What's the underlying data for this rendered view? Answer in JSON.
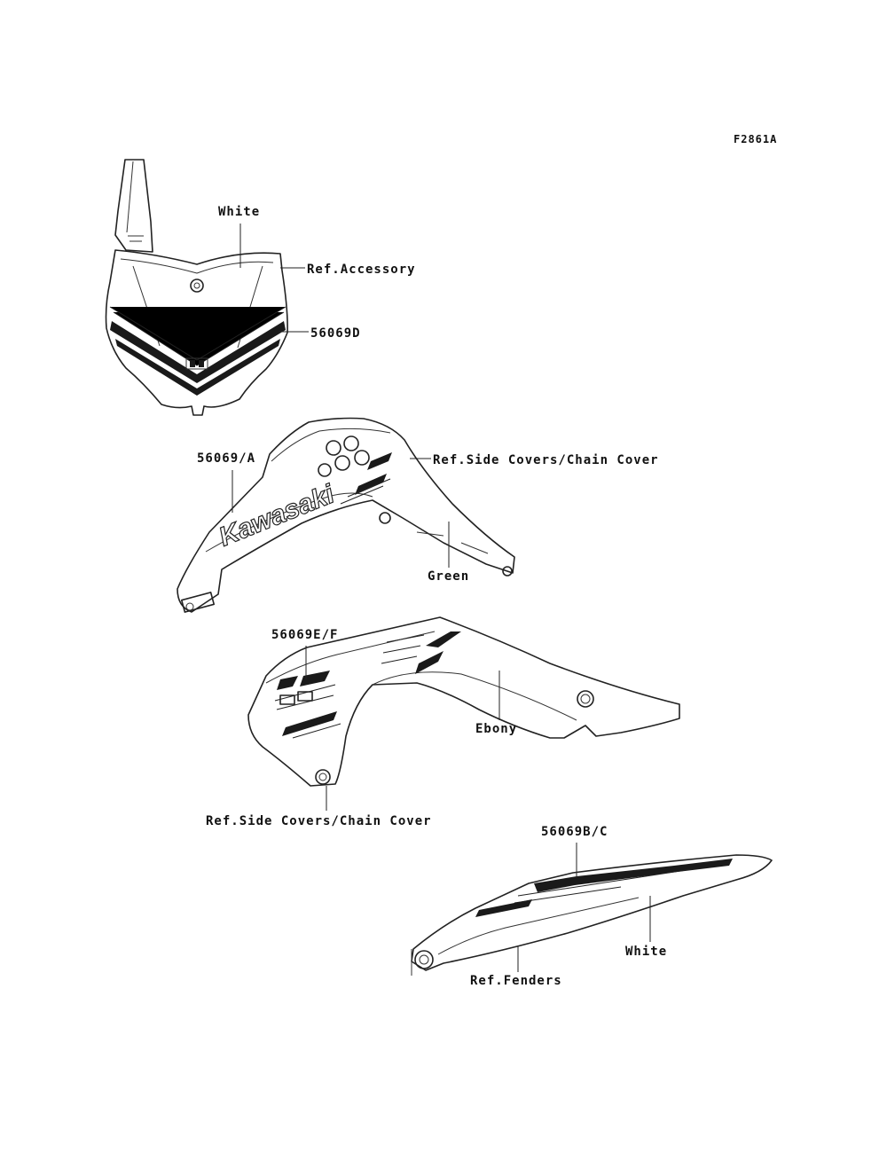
{
  "figure_code": "F2861A",
  "callouts": {
    "plate_color": "White",
    "plate_ref": "Ref.Accessory",
    "plate_part": "56069D",
    "shroud_part": "56069/A",
    "shroud_ref": "Ref.Side Covers/Chain Cover",
    "shroud_color": "Green",
    "side_part": "56069E/F",
    "side_color": "Ebony",
    "side_ref": "Ref.Side Covers/Chain Cover",
    "fender_part": "56069B/C",
    "fender_color": "White",
    "fender_ref": "Ref.Fenders"
  },
  "decals": {
    "brand_text": "Kawasaki"
  }
}
